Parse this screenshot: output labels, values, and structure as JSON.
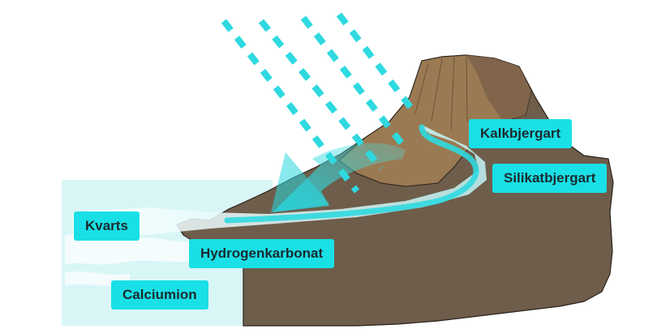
{
  "labels": {
    "kalkbjergart": "Kalkbjergart",
    "silikatbjergart": "Silikatbjergart",
    "kvarts": "Kvarts",
    "hydrogenkarbonat": "Hydrogenkarbonat",
    "calciumion": "Calciumion"
  },
  "colors": {
    "label_bg": "#19e0e6",
    "rain": "#2fd9e0",
    "water": "#d9f6f7",
    "rock_brown": "#9a7a52",
    "rock_dark": "#6f5a46",
    "ground": "#6e5d4b"
  }
}
